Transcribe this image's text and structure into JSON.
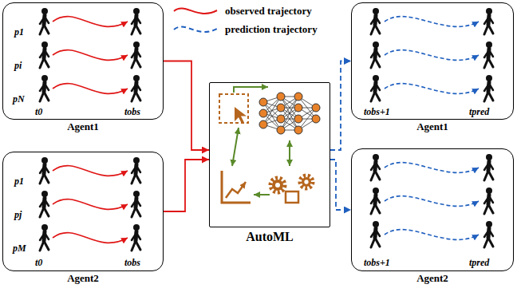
{
  "diagram": {
    "nodes": [
      {
        "text": [
          "Agent1"
        ]
      },
      {
        "text": [
          "Agent2"
        ]
      },
      {
        "text": [
          "AutoML"
        ]
      },
      {
        "text": [
          "Agent1"
        ]
      },
      {
        "text": [
          "Agent2"
        ]
      }
    ],
    "edges": [
      {
        "from": 0,
        "to": 2,
        "arrow": "to"
      },
      {
        "from": 1,
        "to": 2,
        "arrow": "to"
      },
      {
        "from": 2,
        "to": 3,
        "arrow": "to"
      },
      {
        "from": 2,
        "to": 4,
        "arrow": "to"
      }
    ],
    "labels": [
      "p1",
      "pi",
      "pN",
      "t0",
      "tobs",
      "p1",
      "pj",
      "pM",
      "t0",
      "tobs",
      "tobs+1",
      "tpred",
      "tobs+1",
      "tpred"
    ],
    "legend": [
      {
        "text": "observed trajectory"
      },
      {
        "text": "prediction trajectory"
      }
    ]
  }
}
